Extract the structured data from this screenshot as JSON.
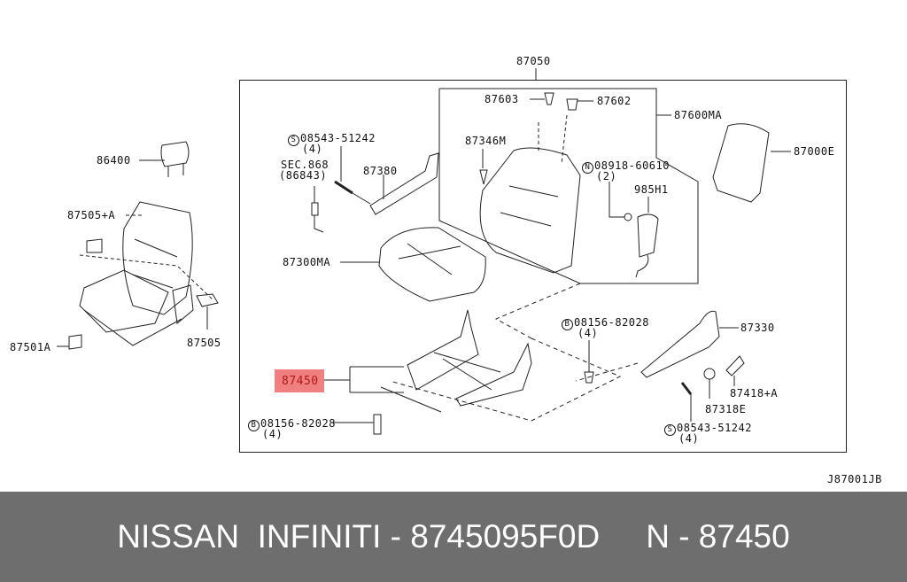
{
  "diagram": {
    "code": "J87001JB",
    "highlighted_part": "87450",
    "labels": {
      "p87050": "87050",
      "p87603": "87603",
      "p87602": "87602",
      "p87600MA": "87600MA",
      "p87000E": "87000E",
      "s_top_num": "08543-51242",
      "s_top_qty": "(4)",
      "sec": "SEC.868",
      "sec_ref": "(86843)",
      "p87380": "87380",
      "p87346M": "87346M",
      "n_num": "08918-60610",
      "n_qty": "(2)",
      "p985H1": "985H1",
      "p87300MA": "87300MA",
      "p86400": "86400",
      "p87505A": "87505+A",
      "p87501A": "87501A",
      "p87505": "87505",
      "b_mid_num": "08156-82028",
      "b_mid_qty": "(4)",
      "p87330": "87330",
      "p87418A": "87418+A",
      "p87318E": "87318E",
      "s_bot_num": "08543-51242",
      "s_bot_qty": "(4)",
      "b_bot_num": "08156-82028",
      "b_bot_qty": "(4)"
    },
    "symbols": {
      "s": "S",
      "n": "N",
      "b": "B"
    }
  },
  "banner": {
    "left": "NISSAN  INFINITI - 8745095F0D",
    "right": "N - 87450"
  }
}
